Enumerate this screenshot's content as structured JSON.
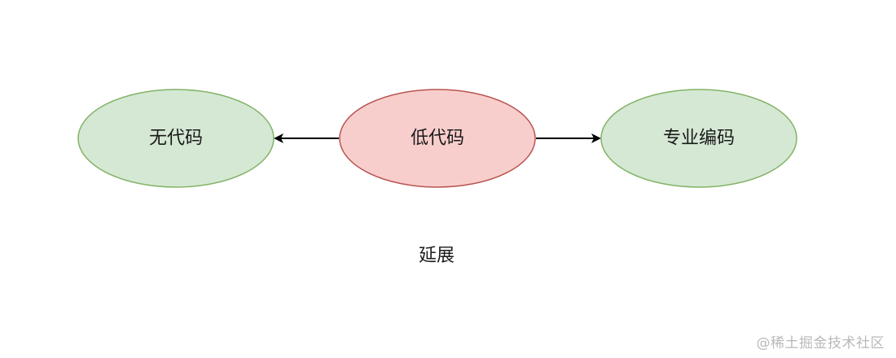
{
  "diagram": {
    "nodes": [
      {
        "id": "no-code",
        "label": "无代码",
        "fill": "#d5e8d4",
        "stroke": "#82b366"
      },
      {
        "id": "low-code",
        "label": "低代码",
        "fill": "#f8cecc",
        "stroke": "#b85450"
      },
      {
        "id": "pro-code",
        "label": "专业编码",
        "fill": "#d5e8d4",
        "stroke": "#82b366"
      }
    ],
    "edges": [
      {
        "from": "low-code",
        "to": "no-code"
      },
      {
        "from": "low-code",
        "to": "pro-code"
      }
    ],
    "caption": "延展"
  },
  "watermark": "@稀土掘金技术社区",
  "colors": {
    "edge": "#000000",
    "background": "#ffffff"
  }
}
